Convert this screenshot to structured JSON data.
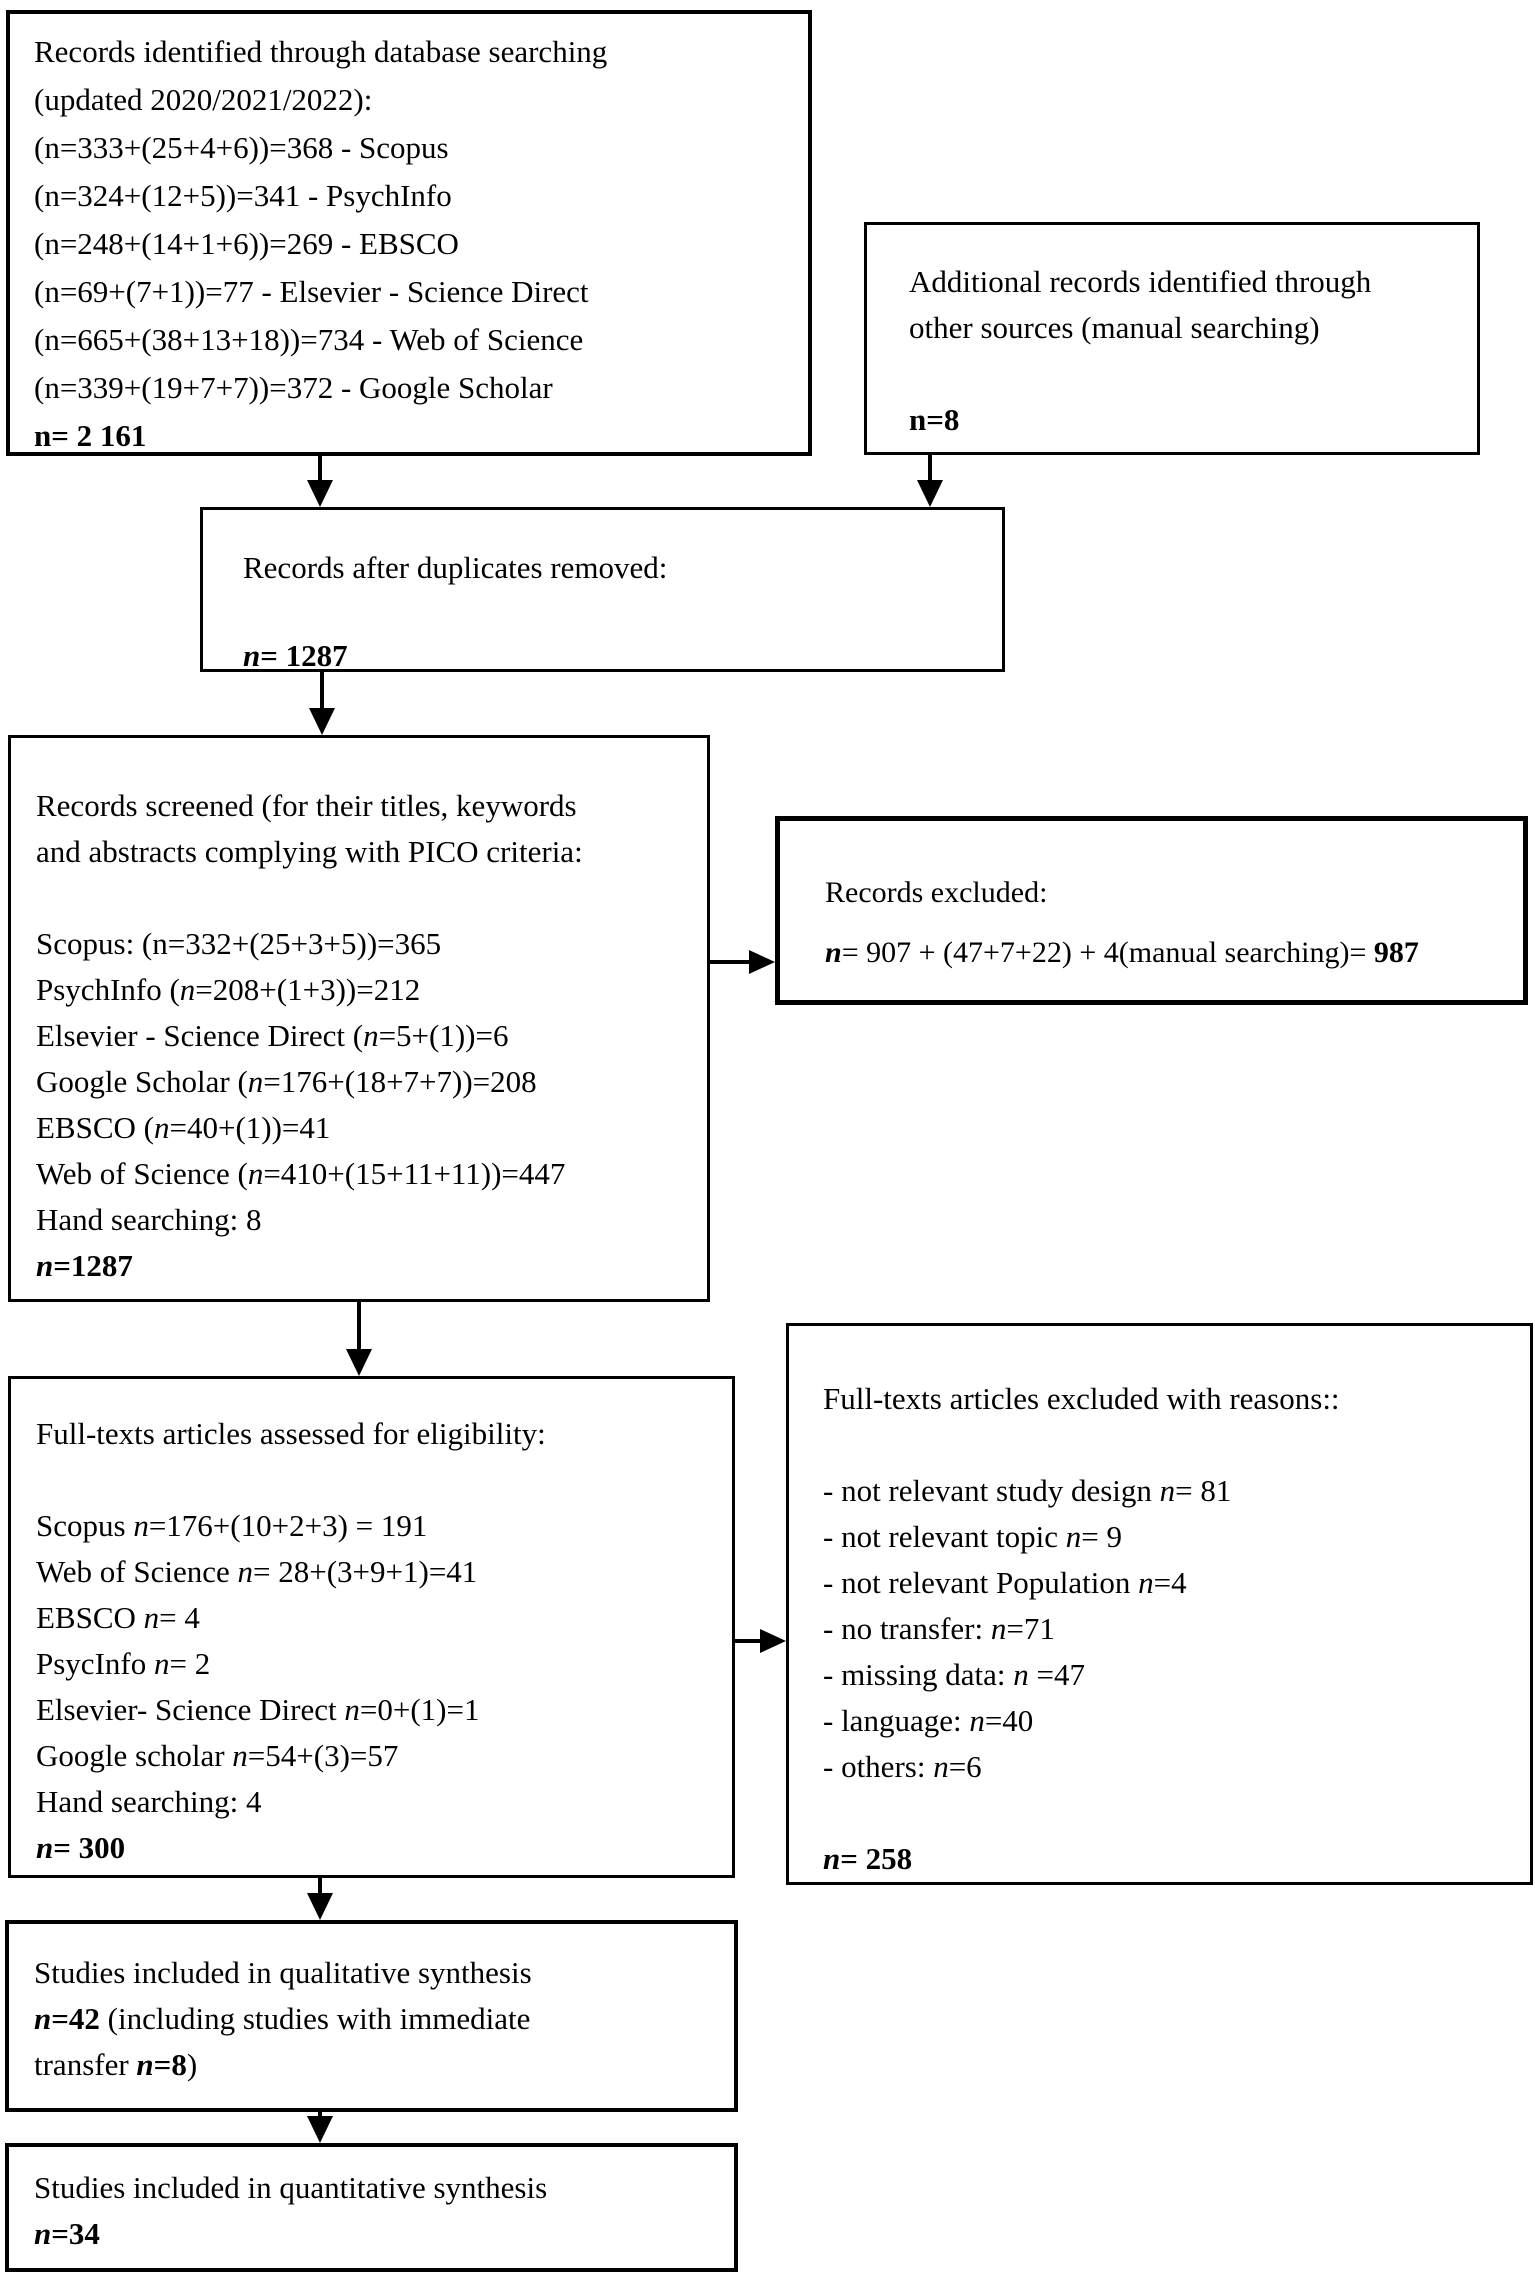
{
  "boxes": {
    "identification": {
      "lines": [
        "Records identified through database searching",
        "(updated 2020/2021/2022):",
        "(n=333+(25+4+6))=368 - Scopus",
        "(n=324+(12+5))=341 - PsychInfo",
        "(n=248+(14+1+6))=269 - EBSCO",
        "(n=69+(7+1))=77 - Elsevier - Science Direct",
        "(n=665+(38+13+18))=734 - Web of Science",
        "(n=339+(19+7+7))=372 - Google Scholar",
        [
          {
            "t": "n= 2 161",
            "s": "b"
          }
        ]
      ]
    },
    "additional": {
      "lines": [
        "Additional records identified through",
        "other sources (manual searching)",
        "",
        [
          {
            "t": "n=8",
            "s": "b"
          }
        ]
      ]
    },
    "duplicates": {
      "lines": [
        "Records after duplicates removed:",
        "",
        [
          {
            "t": "n",
            "s": "bi"
          },
          {
            "t": "= 1287",
            "s": "b"
          }
        ]
      ]
    },
    "screened": {
      "lines": [
        "Records screened (for their titles, keywords",
        "and abstracts complying with PICO criteria:",
        "",
        "Scopus: (n=332+(25+3+5))=365",
        [
          {
            "t": "PsychInfo ("
          },
          {
            "t": "n",
            "s": "i"
          },
          {
            "t": "=208+(1+3))=212"
          }
        ],
        [
          {
            "t": "Elsevier - Science Direct ("
          },
          {
            "t": "n",
            "s": "i"
          },
          {
            "t": "=5+(1))=6"
          }
        ],
        [
          {
            "t": "Google Scholar ("
          },
          {
            "t": "n",
            "s": "i"
          },
          {
            "t": "=176+(18+7+7))=208"
          }
        ],
        [
          {
            "t": "EBSCO ("
          },
          {
            "t": "n",
            "s": "i"
          },
          {
            "t": "=40+(1))=41"
          }
        ],
        [
          {
            "t": "Web of Science ("
          },
          {
            "t": "n",
            "s": "i"
          },
          {
            "t": "=410+(15+11+11))=447"
          }
        ],
        "Hand searching: 8",
        [
          {
            "t": "n",
            "s": "bi"
          },
          {
            "t": "=1287",
            "s": "b"
          }
        ]
      ]
    },
    "excluded": {
      "lines": [
        "Records excluded:",
        [
          {
            "t": "n",
            "s": "bi"
          },
          {
            "t": "= 907 + (47+7+22) + 4(manual searching)= "
          },
          {
            "t": "987",
            "s": "b"
          }
        ]
      ]
    },
    "fulltext": {
      "lines": [
        "Full-texts articles assessed for eligibility:",
        "",
        [
          {
            "t": "Scopus "
          },
          {
            "t": "n",
            "s": "i"
          },
          {
            "t": "=176+(10+2+3) = 191"
          }
        ],
        [
          {
            "t": "Web of Science "
          },
          {
            "t": "n",
            "s": "i"
          },
          {
            "t": "= 28+(3+9+1)=41"
          }
        ],
        [
          {
            "t": "EBSCO "
          },
          {
            "t": "n",
            "s": "i"
          },
          {
            "t": "= 4"
          }
        ],
        [
          {
            "t": "PsycInfo "
          },
          {
            "t": "n",
            "s": "i"
          },
          {
            "t": "= 2"
          }
        ],
        [
          {
            "t": "Elsevier- Science Direct "
          },
          {
            "t": "n",
            "s": "i"
          },
          {
            "t": "=0+(1)=1"
          }
        ],
        [
          {
            "t": "Google scholar "
          },
          {
            "t": "n",
            "s": "i"
          },
          {
            "t": "=54+(3)=57"
          }
        ],
        "Hand searching: 4",
        [
          {
            "t": "n",
            "s": "bi"
          },
          {
            "t": "= 300",
            "s": "b"
          }
        ]
      ]
    },
    "fulltext_excluded": {
      "lines": [
        "Full-texts articles excluded with reasons::",
        "",
        [
          {
            "t": "- not relevant study design "
          },
          {
            "t": "n",
            "s": "i"
          },
          {
            "t": "= 81"
          }
        ],
        [
          {
            "t": "- not relevant topic "
          },
          {
            "t": "n",
            "s": "i"
          },
          {
            "t": "= 9"
          }
        ],
        [
          {
            "t": "- not relevant Population "
          },
          {
            "t": "n",
            "s": "i"
          },
          {
            "t": "=4"
          }
        ],
        [
          {
            "t": "- no transfer: "
          },
          {
            "t": "n",
            "s": "i"
          },
          {
            "t": "=71"
          }
        ],
        [
          {
            "t": "- missing data: "
          },
          {
            "t": "n",
            "s": "i"
          },
          {
            "t": " =47"
          }
        ],
        [
          {
            "t": "- language: "
          },
          {
            "t": "n",
            "s": "i"
          },
          {
            "t": "=40"
          }
        ],
        [
          {
            "t": "- others: "
          },
          {
            "t": "n",
            "s": "i"
          },
          {
            "t": "=6"
          }
        ],
        "",
        [
          {
            "t": " "
          },
          {
            "t": "n",
            "s": "bi"
          },
          {
            "t": "= 258",
            "s": "b"
          }
        ]
      ]
    },
    "qualitative": {
      "lines": [
        "Studies included in qualitative synthesis",
        [
          {
            "t": "n",
            "s": "bi"
          },
          {
            "t": "=42",
            "s": "b"
          },
          {
            "t": " (including studies with immediate"
          }
        ],
        [
          {
            "t": "transfer "
          },
          {
            "t": "n",
            "s": "bi"
          },
          {
            "t": "=8",
            "s": "b"
          },
          {
            "t": ")"
          }
        ]
      ]
    },
    "quantitative": {
      "lines": [
        "Studies included in quantitative synthesis",
        [
          {
            "t": "n",
            "s": "bi"
          },
          {
            "t": "=34",
            "s": "b"
          }
        ]
      ]
    }
  },
  "colors": {
    "background": "#ffffff",
    "border": "#000000",
    "text": "#000000"
  }
}
